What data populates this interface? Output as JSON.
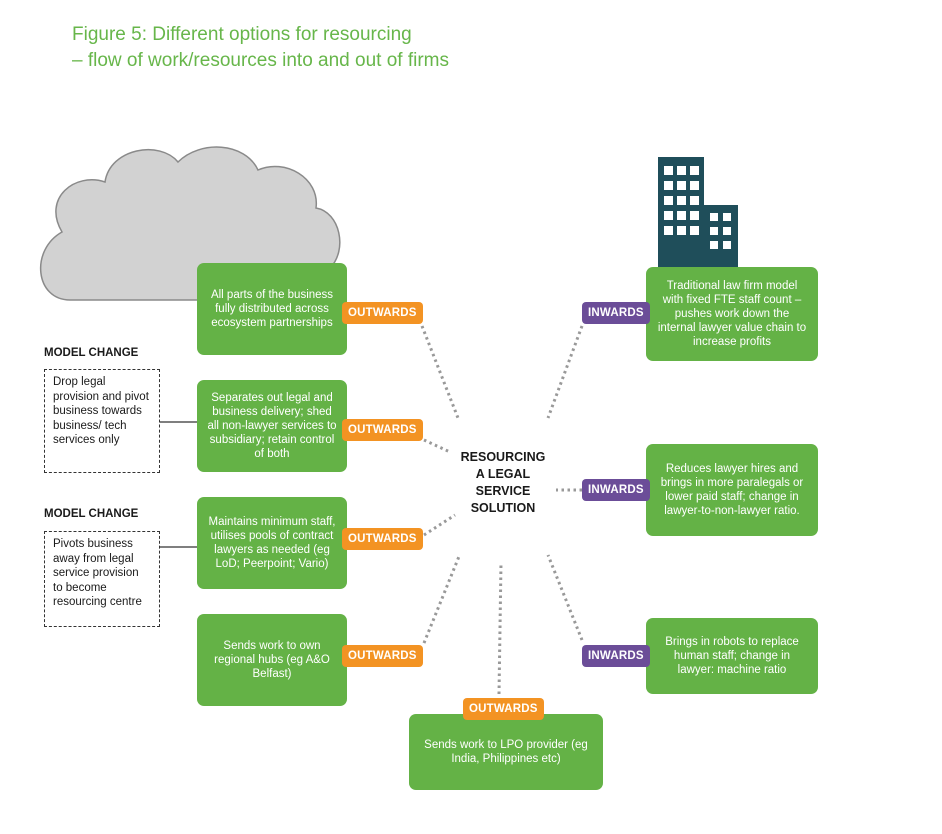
{
  "title": {
    "line1": "Figure 5: Different options for resourcing",
    "line2": "– flow of work/resources into and out of firms"
  },
  "center": {
    "line1": "RESOURCING",
    "line2": "A LEGAL",
    "line3": "SERVICE",
    "line4": "SOLUTION"
  },
  "outwards": [
    {
      "tag": "OUTWARDS",
      "text": "All parts of the business fully distributed across ecosystem partnerships"
    },
    {
      "tag": "OUTWARDS",
      "text": "Separates out legal and business delivery; shed all non-lawyer services to subsidiary; retain control of both"
    },
    {
      "tag": "OUTWARDS",
      "text": "Maintains minimum staff, utilises pools of contract lawyers as needed (eg LoD; Peerpoint; Vario)"
    },
    {
      "tag": "OUTWARDS",
      "text": "Sends work to own regional hubs (eg A&O Belfast)"
    },
    {
      "tag": "OUTWARDS",
      "text": "Sends work to LPO provider (eg India, Philippines etc)"
    }
  ],
  "inwards": [
    {
      "tag": "INWARDS",
      "text": "Traditional law firm model with fixed FTE staff count – pushes work down the internal lawyer value chain to increase profits"
    },
    {
      "tag": "INWARDS",
      "text": "Reduces lawyer hires and brings in more paralegals or lower paid staff; change in lawyer-to-non-lawyer ratio."
    },
    {
      "tag": "INWARDS",
      "text": "Brings in robots to replace human staff; change in lawyer: machine ratio"
    }
  ],
  "model_changes": [
    {
      "label": "MODEL CHANGE",
      "text": "Drop legal provision and pivot business towards business/ tech services only"
    },
    {
      "label": "MODEL CHANGE",
      "text": "Pivots business away from legal service provision to become resourcing centre"
    }
  ],
  "icons": {
    "cloud": "cloud-icon",
    "building": "office-building-icon"
  },
  "colors": {
    "title": "#67b64a",
    "box": "#64b246",
    "outwards_tag": "#f39323",
    "inwards_tag": "#6b4d98",
    "cloud": "#d2d2d2",
    "building": "#1f4e5a",
    "connector": "#999999"
  }
}
